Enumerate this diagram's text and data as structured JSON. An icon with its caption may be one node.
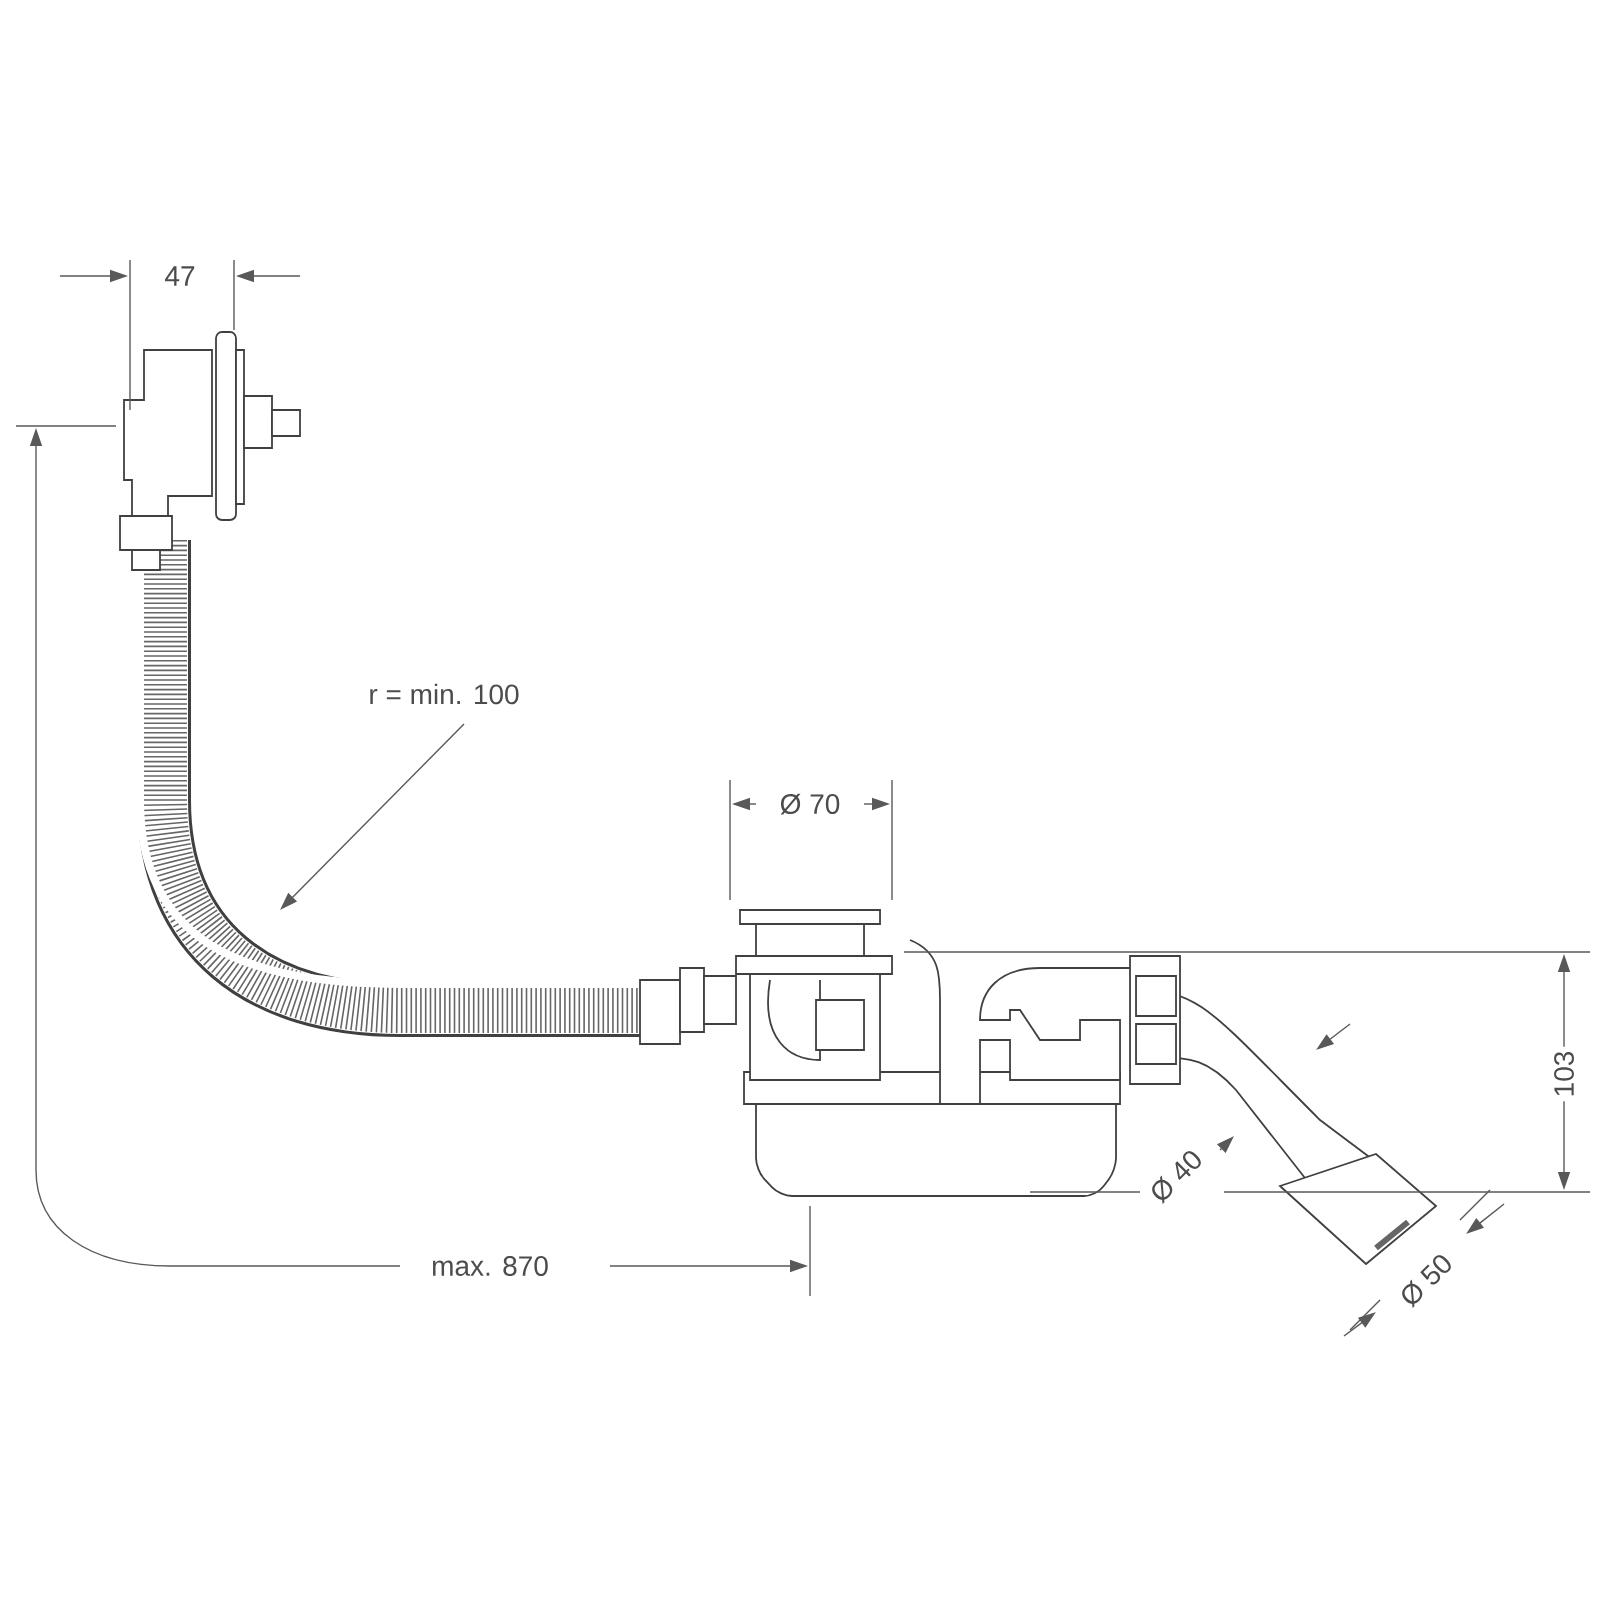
{
  "diagram": {
    "labels": [
      "47",
      "r = min. 100",
      "Ø 70",
      "103",
      "Ø 40",
      "max. 870",
      "Ø 50"
    ]
  }
}
